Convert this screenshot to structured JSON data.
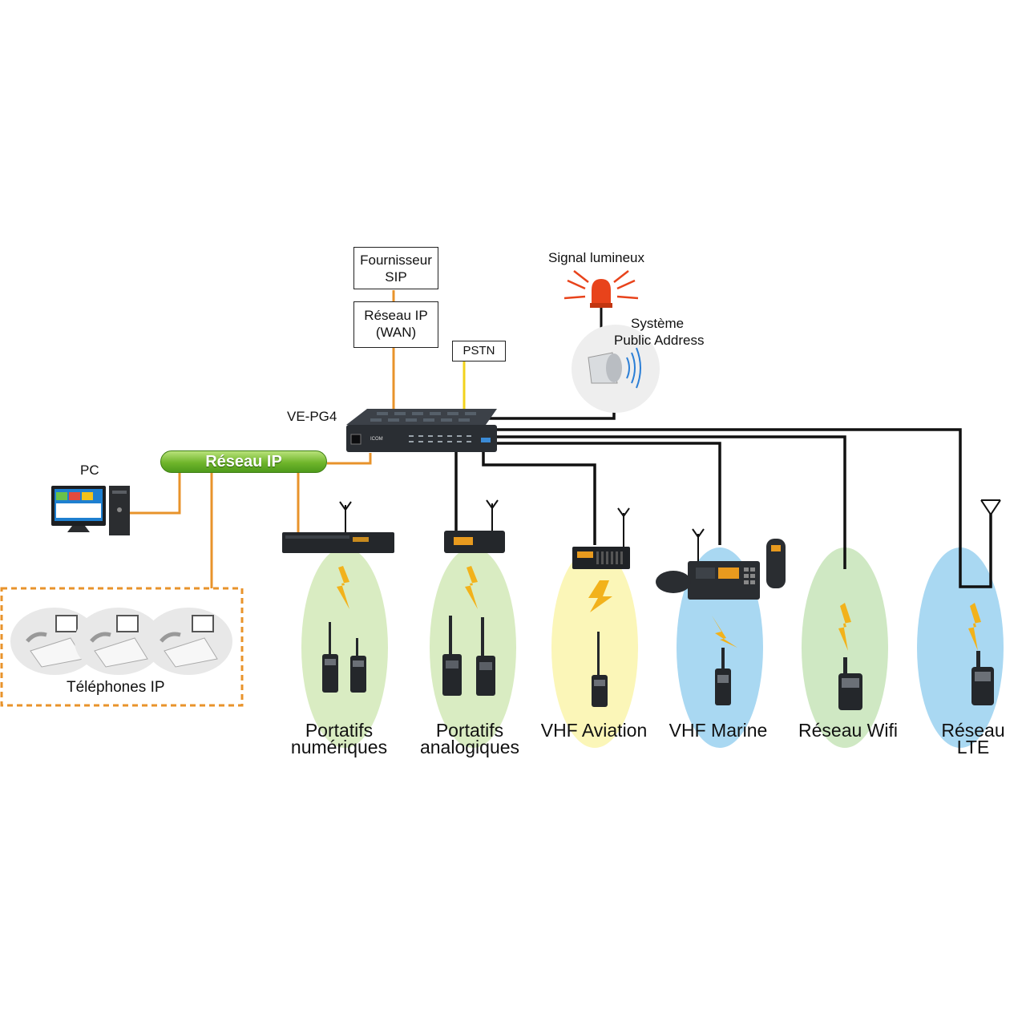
{
  "labels": {
    "sip_provider": [
      "Fournisseur",
      "SIP"
    ],
    "wan": [
      "Réseau IP",
      "(WAN)"
    ],
    "pstn": "PSTN",
    "signal": "Signal lumineux",
    "pa_system": [
      "Système",
      "Public Address"
    ],
    "gateway": "VE-PG4",
    "ip_network": "Réseau IP",
    "pc": "PC",
    "ip_phones": "Téléphones IP",
    "device_brand": "ICOM"
  },
  "endpoints": [
    {
      "lines": [
        "Portatifs",
        "numériques"
      ],
      "color": "#d9ecc2"
    },
    {
      "lines": [
        "Portatifs",
        "analogiques"
      ],
      "color": "#d9ecc2"
    },
    {
      "lines": [
        "VHF Aviation"
      ],
      "color": "#fbf6b8"
    },
    {
      "lines": [
        "VHF Marine"
      ],
      "color": "#a9d8f2"
    },
    {
      "lines": [
        "Réseau Wifi"
      ],
      "color": "#cfe8c3"
    },
    {
      "lines": [
        "Réseau LTE"
      ],
      "color": "#a9d8f2"
    }
  ],
  "colors": {
    "ip_link": "#e8932b",
    "pstn_link": "#f2d21b",
    "radio_link": "#111111",
    "ip_network_pill": "#6fb52b",
    "phones_frame": "#e8932b",
    "lightning": "#f2b21b",
    "beacon": "#e8431b"
  }
}
